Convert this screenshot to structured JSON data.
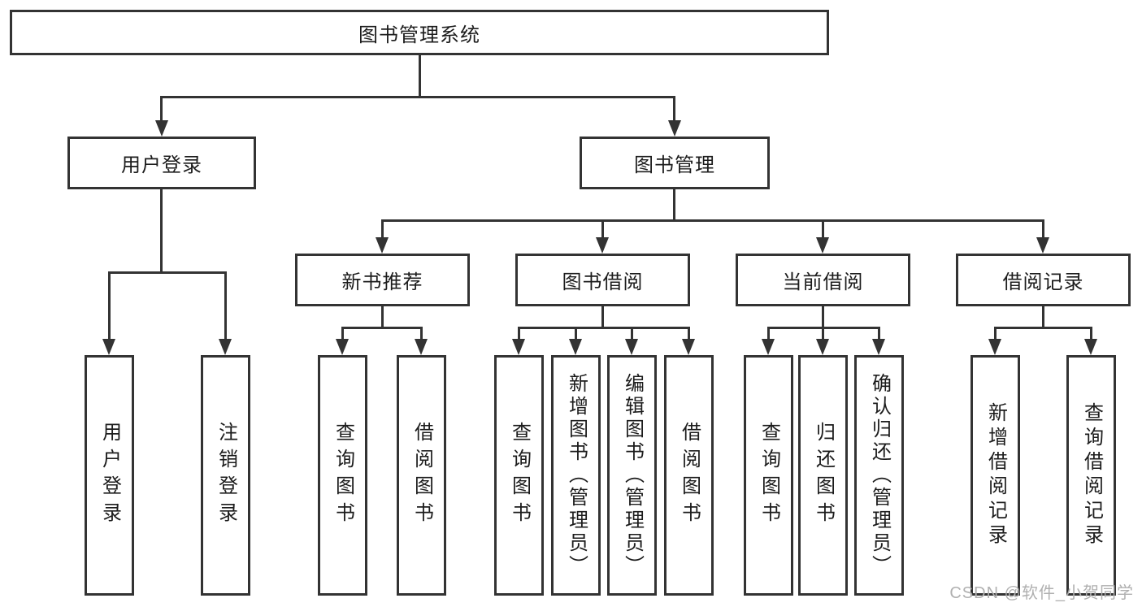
{
  "diagram": {
    "title": "图书管理系统",
    "level2": {
      "user_login": "用户登录",
      "book_mgmt": "图书管理"
    },
    "level3": {
      "new_book_rec": "新书推荐",
      "book_borrow": "图书借阅",
      "current_borrow": "当前借阅",
      "borrow_record": "借阅记录"
    },
    "leaves": {
      "user_login_leaf": "用户登录",
      "logout": "注销登录",
      "rec_query_book": "查询图书",
      "rec_borrow_book": "借阅图书",
      "bb_query_book": "查询图书",
      "bb_add_book": "新增图书（管理员）",
      "bb_edit_book": "编辑图书（管理员）",
      "bb_borrow_book": "借阅图书",
      "cb_query_book": "查询图书",
      "cb_return_book": "归还图书",
      "cb_confirm_return": "确认归还（管理员）",
      "br_add_record": "新增借阅记录",
      "br_query_record": "查询借阅记录"
    }
  },
  "watermark": "CSDN @软件_小贺同学",
  "colors": {
    "line": "#333333",
    "text": "#1c1c1c",
    "watermark": "#b0b0b0",
    "background": "#ffffff"
  }
}
